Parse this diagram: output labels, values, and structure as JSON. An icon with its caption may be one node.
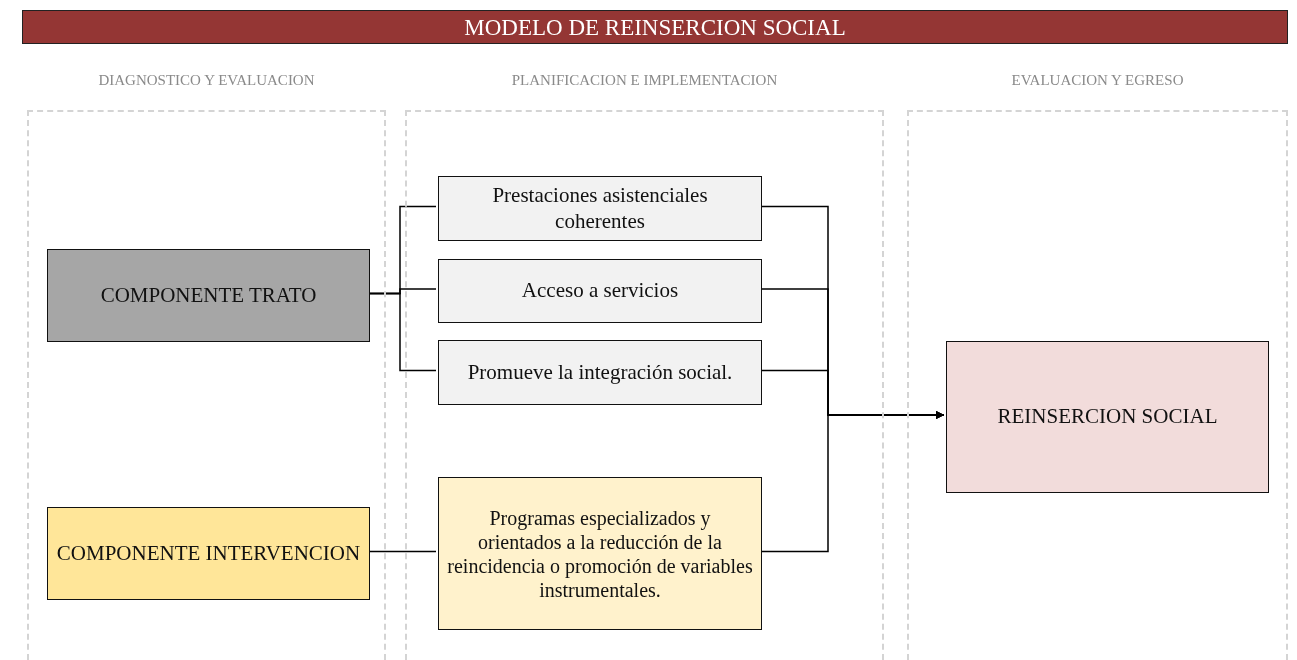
{
  "diagram": {
    "title": "MODELO DE REINSERCION SOCIAL",
    "nodes": [
      {
        "text": [
          "DIAGNOSTICO Y EVALUACION"
        ]
      },
      {
        "text": [
          "PLANIFICACION E IMPLEMENTACION"
        ]
      },
      {
        "text": [
          "EVALUACION Y EGRESO"
        ]
      },
      {
        "text": [
          "COMPONENTE TRATO"
        ],
        "in": 0
      },
      {
        "text": [
          "COMPONENTE INTERVENCION"
        ],
        "in": 0
      },
      {
        "text": [
          "Prestaciones asistenciales coherentes"
        ],
        "in": 1
      },
      {
        "text": [
          "Acceso a servicios"
        ],
        "in": 1
      },
      {
        "text": [
          "Promueve la integración social."
        ],
        "in": 1
      },
      {
        "text": [
          "Programas especializados y orientados a la reducción de la reincidencia o promoción de variables instrumentales."
        ],
        "in": 1
      },
      {
        "text": [
          "REINSERCION SOCIAL"
        ],
        "in": 2
      }
    ],
    "edges": [
      {
        "from": 3,
        "to": 5,
        "arrow": "none"
      },
      {
        "from": 3,
        "to": 6,
        "arrow": "none"
      },
      {
        "from": 3,
        "to": 7,
        "arrow": "none"
      },
      {
        "from": 4,
        "to": 8,
        "arrow": "none"
      },
      {
        "from": 5,
        "to": 9,
        "arrow": "to"
      },
      {
        "from": 6,
        "to": 9,
        "arrow": "to"
      },
      {
        "from": 7,
        "to": 9,
        "arrow": "to"
      },
      {
        "from": 8,
        "to": 9,
        "arrow": "to"
      }
    ]
  }
}
